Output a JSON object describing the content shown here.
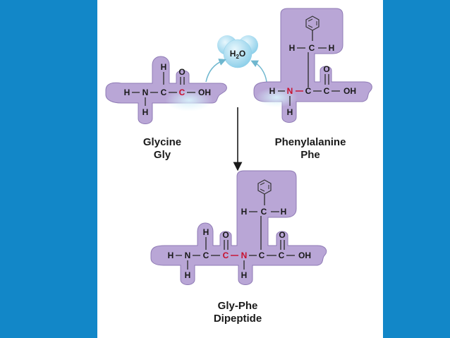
{
  "colors": {
    "side_band": "#1287c8",
    "molecule_blob": "#b9a6d6",
    "highlight_atom": "#c8102e",
    "water": "#9fd8ee"
  },
  "water": {
    "label": "H2O",
    "h": "H",
    "sub": "2",
    "o": "O"
  },
  "glycine": {
    "atoms": {
      "h_top": "H",
      "o_top": "O",
      "h_left": "H",
      "n": "N",
      "c_alpha": "C",
      "c_carboxyl": "C",
      "oh": "OH",
      "h_bottom": "H"
    },
    "name": "Glycine",
    "abbr": "Gly"
  },
  "phenylalanine": {
    "atoms": {
      "h_left_ch2": "H",
      "c_ch2": "C",
      "h_right_ch2": "H",
      "o_top": "O",
      "h_left": "H",
      "n": "N",
      "c_alpha": "C",
      "c_carboxyl": "C",
      "oh": "OH",
      "h_bottom": "H"
    },
    "name": "Phenylalanine",
    "abbr": "Phe"
  },
  "dipeptide": {
    "atoms": {
      "h_gly": "H",
      "o_gly": "O",
      "h_left_ch2": "H",
      "c_ch2": "C",
      "h_right_ch2": "H",
      "o_phe": "O",
      "h_n_term": "H",
      "n_term": "N",
      "c_gly_alpha": "C",
      "c_peptide": "C",
      "n_peptide": "N",
      "c_phe_alpha": "C",
      "c_carboxyl": "C",
      "oh": "OH",
      "h_bottom_gly": "H",
      "h_bottom_n": "H"
    },
    "name": "Gly-Phe",
    "subtitle": "Dipeptide"
  }
}
